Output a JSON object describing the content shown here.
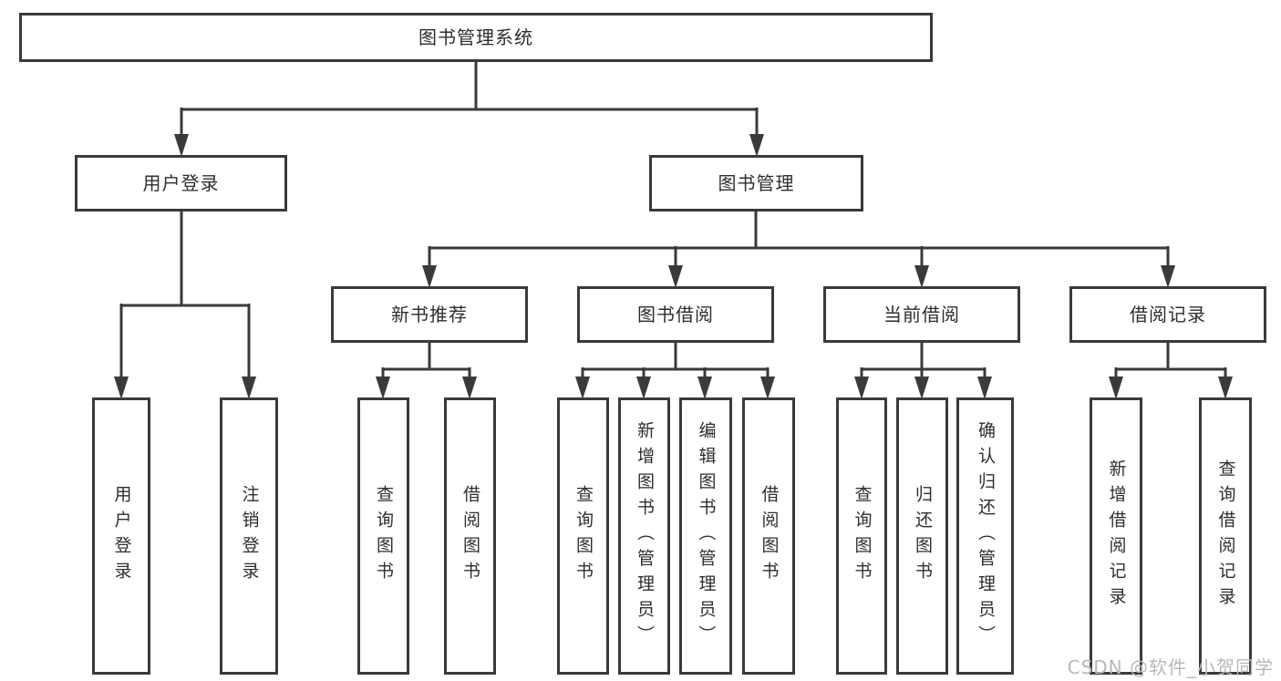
{
  "diagram_title": "图书管理系统",
  "tree": {
    "root": {
      "label": "图书管理系统",
      "children": [
        {
          "label": "用户登录",
          "children": [
            {
              "label": "用户登录"
            },
            {
              "label": "注销登录"
            }
          ]
        },
        {
          "label": "图书管理",
          "children": [
            {
              "label": "新书推荐",
              "children": [
                {
                  "label": "查询图书"
                },
                {
                  "label": "借阅图书"
                }
              ]
            },
            {
              "label": "图书借阅",
              "children": [
                {
                  "label": "查询图书"
                },
                {
                  "label": "新增图书（管理员）"
                },
                {
                  "label": "编辑图书（管理员）"
                },
                {
                  "label": "借阅图书"
                }
              ]
            },
            {
              "label": "当前借阅",
              "children": [
                {
                  "label": "查询图书"
                },
                {
                  "label": "归还图书"
                },
                {
                  "label": "确认归还（管理员）"
                }
              ]
            },
            {
              "label": "借阅记录",
              "children": [
                {
                  "label": "新增借阅记录"
                },
                {
                  "label": "查询借阅记录"
                }
              ]
            }
          ]
        }
      ]
    }
  },
  "watermark": {
    "text": "CSDN @软件_小贺同学"
  },
  "colors": {
    "line": "#3a3a3a",
    "box_border": "#3a3a3a",
    "text": "#2e2e2e",
    "watermark": "#b8b8b8",
    "background": "#ffffff"
  }
}
